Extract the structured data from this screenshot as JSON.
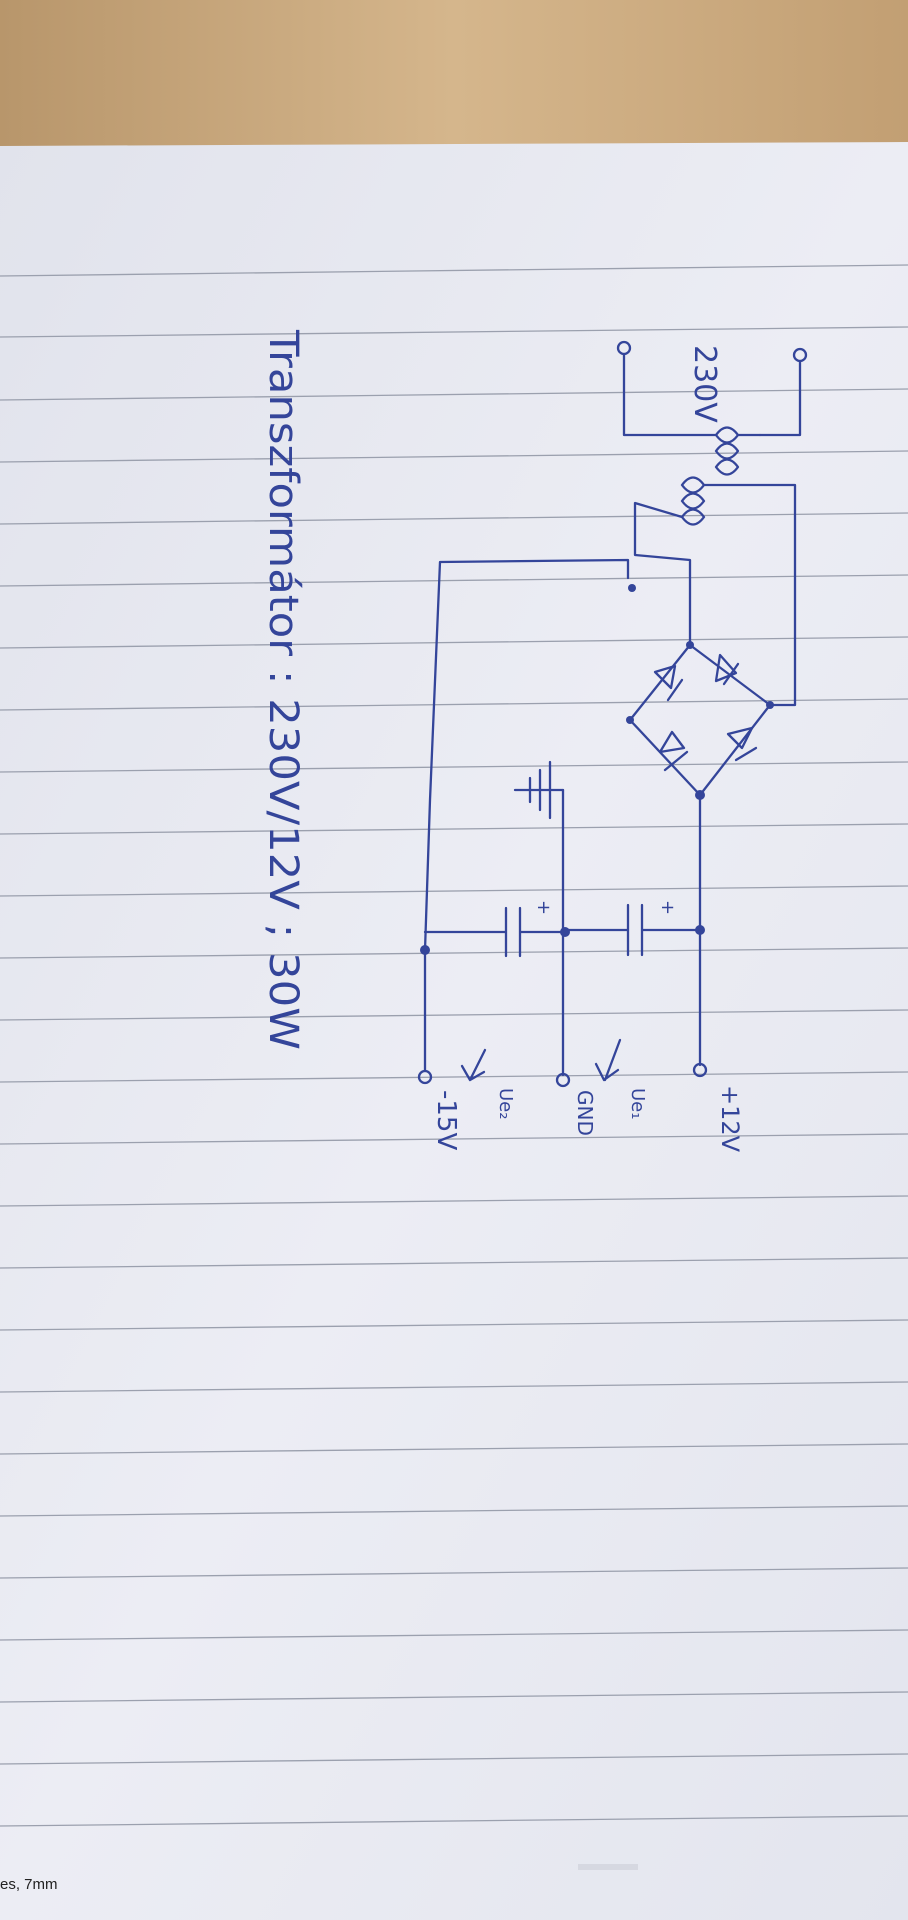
{
  "diagram": {
    "input_label": "230V",
    "output_pos_label": "+12V",
    "gnd_label": "GND",
    "output_neg_label": "-15V",
    "u_e1_label": "Ue₁",
    "u_e2_label": "Ue₂",
    "cap_plus": "+",
    "transformer_note": "Transzformátor : 230V/12V ; 30W"
  },
  "page": {
    "corner_text": "es, 7mm"
  },
  "colors": {
    "ink": "#34459a",
    "paper": "#e9ebf3",
    "rule": "#9ba0ae",
    "desk": "#c6a57a"
  }
}
